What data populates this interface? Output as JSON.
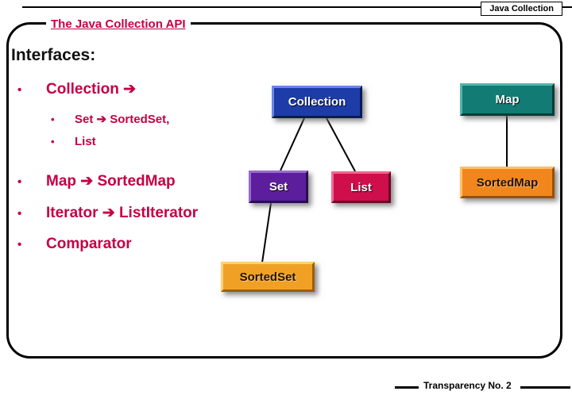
{
  "slide": {
    "header": {
      "corner_label": "Java Collection"
    },
    "title": "The Java Collection API",
    "heading": "Interfaces:",
    "bullets": [
      {
        "level": 1,
        "text": "Collection ➔"
      },
      {
        "level": 2,
        "text": "Set ➔ SortedSet,"
      },
      {
        "level": 2,
        "text": "List"
      },
      {
        "level": 1,
        "text": "Map ➔ SortedMap"
      },
      {
        "level": 1,
        "text": "Iterator ➔ ListIterator"
      },
      {
        "level": 1,
        "text": "Comparator"
      }
    ],
    "footer": {
      "label": "Transparency No. 2"
    },
    "colors": {
      "accent_red": "#c40045",
      "text_black": "#111111",
      "line_black": "#000000"
    }
  },
  "diagram": {
    "nodes": [
      {
        "id": "collection",
        "label": "Collection",
        "fill": "#1d3ca8",
        "light": "#6b86e8",
        "dark": "#0a1a55",
        "text_color": "#ffffff"
      },
      {
        "id": "map",
        "label": "Map",
        "fill": "#127c74",
        "light": "#57b3ab",
        "dark": "#053c37",
        "text_color": "#ffffff"
      },
      {
        "id": "set",
        "label": "Set",
        "fill": "#5c1e9c",
        "light": "#9a6ad0",
        "dark": "#2a0c4e",
        "text_color": "#ffffff"
      },
      {
        "id": "list",
        "label": "List",
        "fill": "#ce0f4c",
        "light": "#f2678f",
        "dark": "#6e0626",
        "text_color": "#ffffff"
      },
      {
        "id": "sortedset",
        "label": "SortedSet",
        "fill": "#f0a125",
        "light": "#ffd173",
        "dark": "#9c6008",
        "text_color": "#241200"
      },
      {
        "id": "sortedmap",
        "label": "SortedMap",
        "fill": "#f1871c",
        "light": "#ffc06a",
        "dark": "#9a4f06",
        "text_color": "#241200"
      }
    ],
    "edges": [
      {
        "from": "Collection",
        "to": "Set"
      },
      {
        "from": "Collection",
        "to": "List"
      },
      {
        "from": "Set",
        "to": "SortedSet"
      },
      {
        "from": "Map",
        "to": "SortedMap"
      }
    ]
  }
}
